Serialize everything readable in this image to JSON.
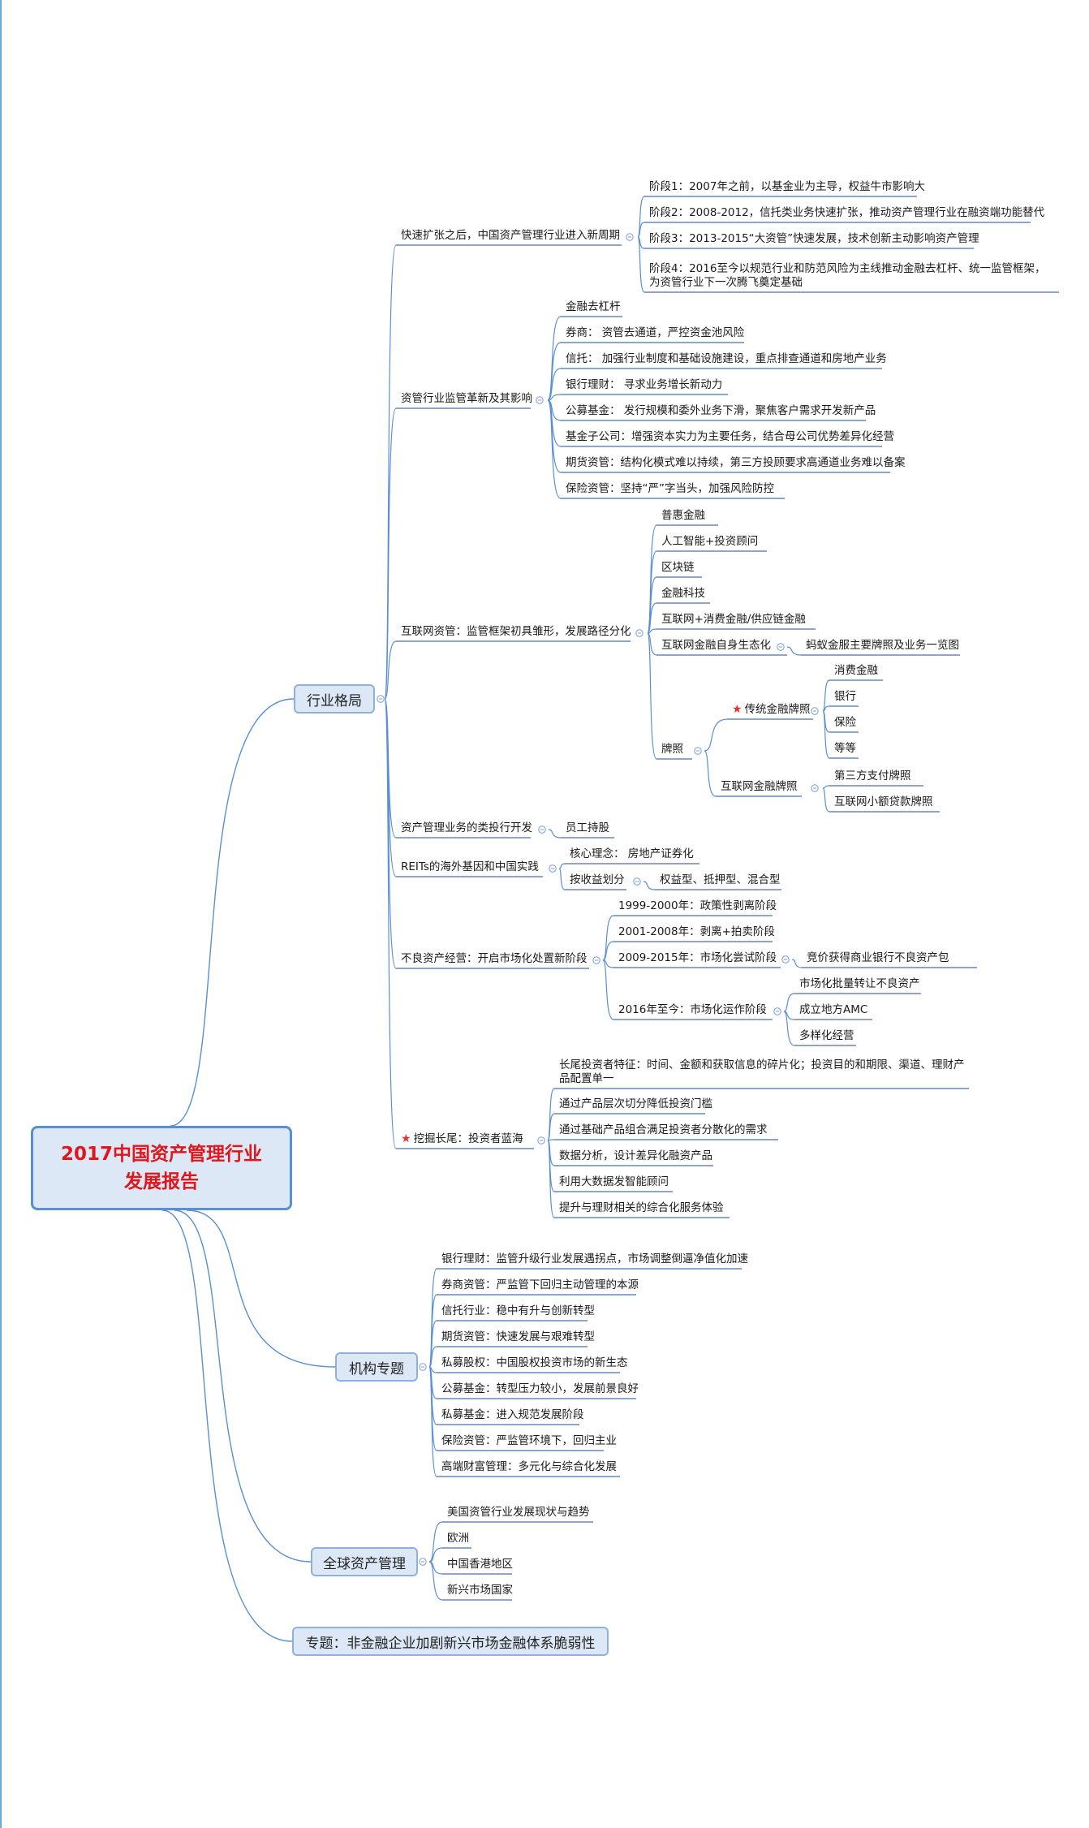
{
  "root": {
    "line1": "2017中国资产管理行业",
    "line2": "发展报告"
  },
  "branches": {
    "industry": "行业格局",
    "institutions": "机构专题",
    "global": "全球资产管理",
    "special": "专题：非金融企业加剧新兴市场金融体系脆弱性"
  },
  "industry": {
    "a": {
      "label": "快速扩张之后，中国资产管理行业进入新周期",
      "items": [
        "阶段1：2007年之前，以基金业为主导，权益牛市影响大",
        "阶段2：2008-2012，信托类业务快速扩张，推动资产管理行业在融资端功能替代",
        "阶段3：2013-2015“大资管”快速发展，技术创新主动影响资产管理",
        "阶段4：2016至今以规范行业和防范风险为主线推动金融去杠杆、统一监管框架，为资管行业下一次腾飞奠定基础"
      ]
    },
    "b": {
      "label": "资管行业监管革新及其影响",
      "items": [
        "金融去杠杆",
        "券商： 资管去通道，严控资金池风险",
        "信托： 加强行业制度和基础设施建设，重点排查通道和房地产业务",
        "银行理财： 寻求业务增长新动力",
        "公募基金： 发行规模和委外业务下滑，聚焦客户需求开发新产品",
        "基金子公司：增强资本实力为主要任务，结合母公司优势差异化经营",
        "期货资管：结构化模式难以持续，第三方投顾要求高通道业务难以备案",
        "保险资管：坚持“严”字当头，加强风险防控"
      ]
    },
    "c": {
      "label": "互联网资管：监管框架初具雏形，发展路径分化",
      "items": [
        "普惠金融",
        "人工智能+投资顾问",
        "区块链",
        "金融科技",
        "互联网+消费金融/供应链金融",
        "互联网金融自身生态化"
      ],
      "eco_child": "蚂蚁金服主要牌照及业务一览图",
      "license": "牌照",
      "trad": "传统金融牌照",
      "trad_items": [
        "消费金融",
        "银行",
        "保险",
        "等等"
      ],
      "net": "互联网金融牌照",
      "net_items": [
        "第三方支付牌照",
        "互联网小额贷款牌照"
      ]
    },
    "d": {
      "label": "资产管理业务的类投行开发",
      "child": "员工持股"
    },
    "e": {
      "label": "REITs的海外基因和中国实践",
      "core": "核心理念： 房地产证券化",
      "income": "按收益划分",
      "income_child": "权益型、抵押型、混合型"
    },
    "f": {
      "label": "不良资产经营：开启市场化处置新阶段",
      "items": [
        "1999-2000年：政策性剥离阶段",
        "2001-2008年：剥离+拍卖阶段",
        "2009-2015年：市场化尝试阶段",
        "2016年至今：市场化运作阶段"
      ],
      "p3_child": "竞价获得商业银行不良资产包",
      "p4_items": [
        "市场化批量转让不良资产",
        "成立地方AMC",
        "多样化经营"
      ]
    },
    "g": {
      "label": "挖掘长尾：投资者蓝海",
      "items": [
        "长尾投资者特征：时间、金额和获取信息的碎片化；投资目的和期限、渠道、理财产品配置单一",
        "通过产品层次切分降低投资门槛",
        "通过基础产品组合满足投资者分散化的需求",
        "数据分析，设计差异化融资产品",
        "利用大数据发智能顾问",
        "提升与理财相关的综合化服务体验"
      ]
    }
  },
  "institutions": {
    "items": [
      "银行理财：监管升级行业发展遇拐点，市场调整倒逼净值化加速",
      "券商资管：严监管下回归主动管理的本源",
      "信托行业：稳中有升与创新转型",
      "期货资管：快速发展与艰难转型",
      "私募股权：中国股权投资市场的新生态",
      "公募基金：转型压力较小，发展前景良好",
      "私募基金：进入规范发展阶段",
      "保险资管：严监管环境下，回归主业",
      "高端财富管理：多元化与综合化发展"
    ]
  },
  "global": {
    "items": [
      "美国资管行业发展现状与趋势",
      "欧洲",
      "中国香港地区",
      "新兴市场国家"
    ]
  },
  "colors": {
    "line": "#5b8fd3",
    "box_fill": "#dce8f5",
    "root_text": "#e0161d",
    "leaf_line": "#4a6fa5",
    "star": "#e8312c"
  },
  "icons": {
    "collapse": "minus-circle-icon",
    "star": "star-icon"
  }
}
